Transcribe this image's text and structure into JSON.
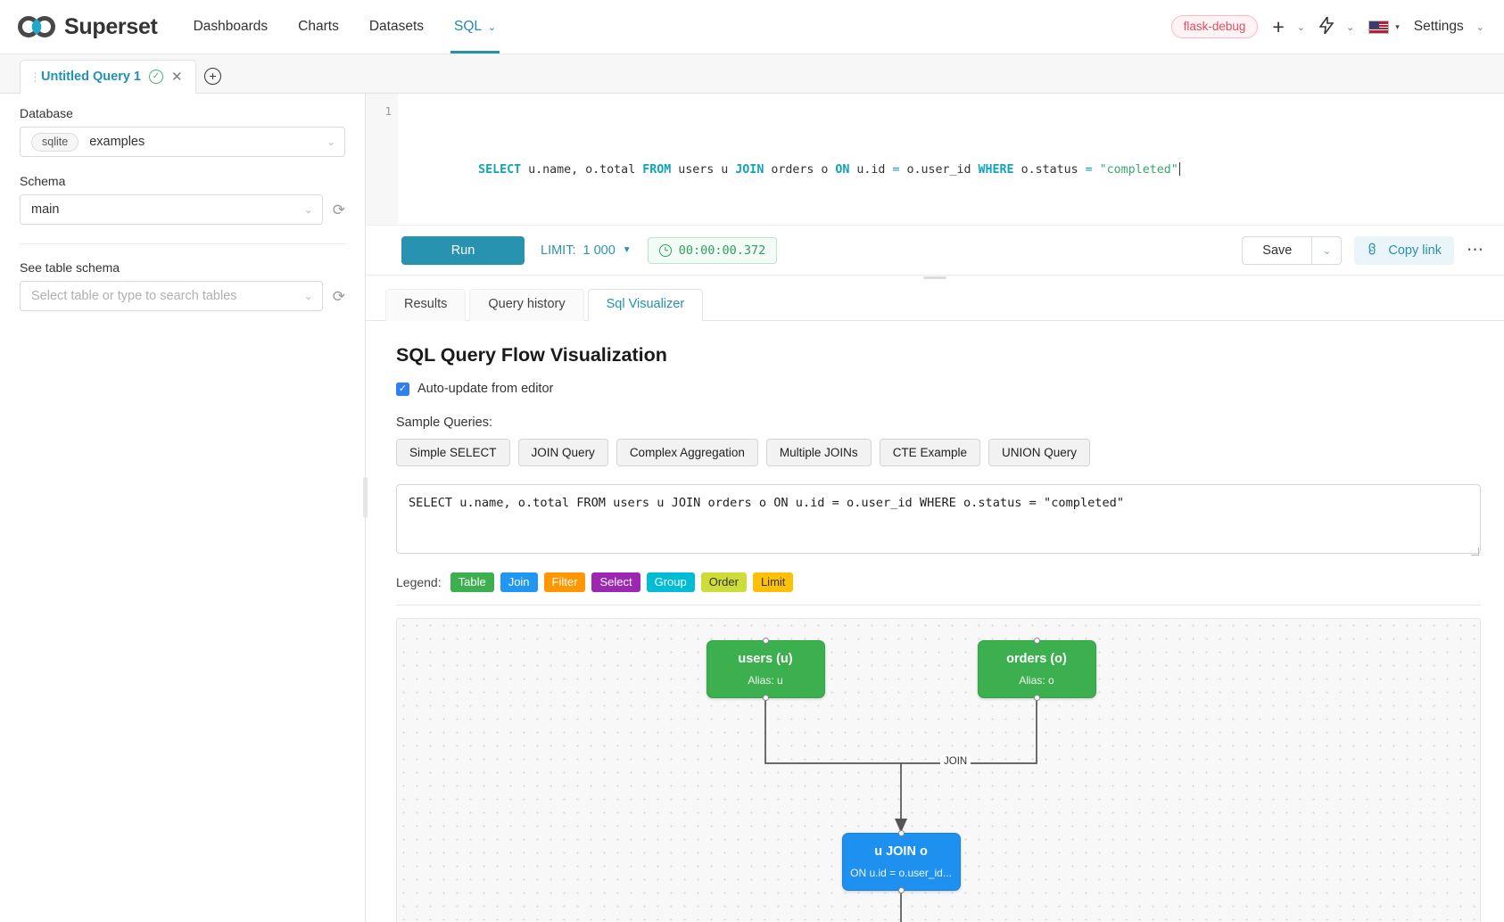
{
  "navbar": {
    "brand": "Superset",
    "links": [
      {
        "label": "Dashboards",
        "active": false,
        "caret": false
      },
      {
        "label": "Charts",
        "active": false,
        "caret": false
      },
      {
        "label": "Datasets",
        "active": false,
        "caret": false
      },
      {
        "label": "SQL",
        "active": true,
        "caret": true
      }
    ],
    "debug_badge": "flask-debug",
    "plus_icon": "+",
    "bolt_icon": "⚡",
    "caret_glyph": "⌄",
    "tri_glyph": "▾",
    "settings_label": "Settings"
  },
  "query_tabs": {
    "tab_label": "Untitled Query 1",
    "status_glyph": "✓",
    "close_glyph": "✕",
    "drag_glyph": "⋮",
    "add_glyph": "+"
  },
  "sidebar": {
    "database_label": "Database",
    "database_engine": "sqlite",
    "database_value": "examples",
    "schema_label": "Schema",
    "schema_value": "main",
    "table_label": "See table schema",
    "table_placeholder": "Select table or type to search tables",
    "caret_glyph": "⌄",
    "refresh_glyph": "⟳"
  },
  "editor": {
    "line_number": "1",
    "tokens": [
      {
        "t": "SELECT",
        "c": "kw"
      },
      {
        "t": " u.name, o.total ",
        "c": ""
      },
      {
        "t": "FROM",
        "c": "kw"
      },
      {
        "t": " users u ",
        "c": ""
      },
      {
        "t": "JOIN",
        "c": "kw"
      },
      {
        "t": " orders o ",
        "c": ""
      },
      {
        "t": "ON",
        "c": "kw"
      },
      {
        "t": " u.id ",
        "c": ""
      },
      {
        "t": "=",
        "c": "op"
      },
      {
        "t": " o.user_id ",
        "c": ""
      },
      {
        "t": "WHERE",
        "c": "kw"
      },
      {
        "t": " o.status ",
        "c": ""
      },
      {
        "t": "=",
        "c": "op"
      },
      {
        "t": " ",
        "c": ""
      },
      {
        "t": "\"completed\"",
        "c": "str"
      }
    ]
  },
  "toolbar": {
    "run_label": "Run",
    "limit_label": "LIMIT:",
    "limit_value": "1 000",
    "limit_caret": "▼",
    "timer_value": "00:00:00.372",
    "save_label": "Save",
    "save_caret": "⌄",
    "copy_link_label": "Copy link",
    "link_glyph": "🔗",
    "more_glyph": "⋯"
  },
  "result_tabs": [
    {
      "label": "Results",
      "active": false
    },
    {
      "label": "Query history",
      "active": false
    },
    {
      "label": "Sql Visualizer",
      "active": true
    }
  ],
  "visualizer": {
    "title": "SQL Query Flow Visualization",
    "auto_update_label": "Auto-update from editor",
    "auto_update_checked": true,
    "check_glyph": "✓",
    "samples_label": "Sample Queries:",
    "sample_buttons": [
      "Simple SELECT",
      "JOIN Query",
      "Complex Aggregation",
      "Multiple JOINs",
      "CTE Example",
      "UNION Query"
    ],
    "sql_text": "SELECT u.name, o.total FROM users u JOIN orders o ON u.id = o.user_id WHERE o.status = \"completed\"",
    "legend_label": "Legend:",
    "legend": [
      {
        "label": "Table",
        "color": "#3caf4e",
        "text_color": "#ffffff"
      },
      {
        "label": "Join",
        "color": "#2196f3",
        "text_color": "#ffffff"
      },
      {
        "label": "Filter",
        "color": "#ff9800",
        "text_color": "#ffffff"
      },
      {
        "label": "Select",
        "color": "#9c27b0",
        "text_color": "#ffffff"
      },
      {
        "label": "Group",
        "color": "#00bcd4",
        "text_color": "#ffffff"
      },
      {
        "label": "Order",
        "color": "#cddc39",
        "text_color": "#333333"
      },
      {
        "label": "Limit",
        "color": "#ffc107",
        "text_color": "#333333"
      }
    ],
    "graph": {
      "nodes": [
        {
          "id": "users",
          "title": "users (u)",
          "sub": "Alias: u",
          "type": "table"
        },
        {
          "id": "orders",
          "title": "orders (o)",
          "sub": "Alias: o",
          "type": "table"
        },
        {
          "id": "join",
          "title": "u JOIN o",
          "sub": "ON u.id = o.user_id...",
          "type": "join"
        }
      ],
      "edge_label": "JOIN"
    }
  }
}
